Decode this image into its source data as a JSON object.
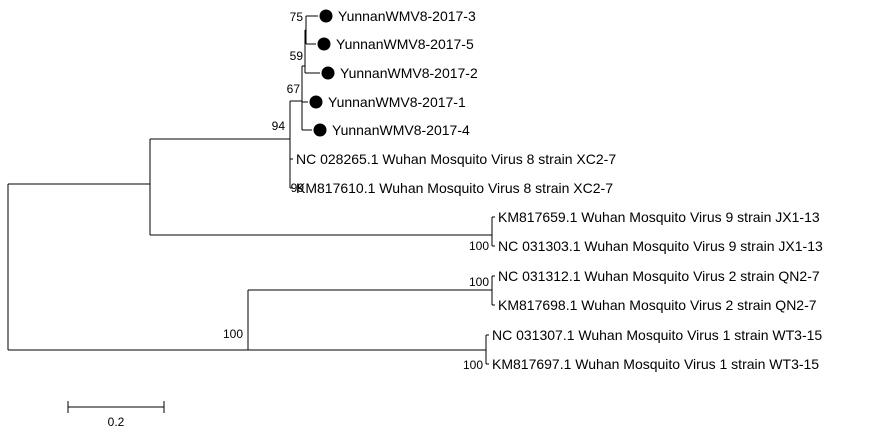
{
  "tree": {
    "marker_color": "#000000",
    "leaves": [
      {
        "id": "yn3",
        "label": "YunnanWMV8-2017-3",
        "marker": "filled-circle-icon"
      },
      {
        "id": "yn5",
        "label": "YunnanWMV8-2017-5",
        "marker": "filled-circle-icon"
      },
      {
        "id": "yn2",
        "label": "YunnanWMV8-2017-2",
        "marker": "filled-circle-icon"
      },
      {
        "id": "yn1",
        "label": "YunnanWMV8-2017-1",
        "marker": "filled-circle-icon"
      },
      {
        "id": "yn4",
        "label": "YunnanWMV8-2017-4",
        "marker": "filled-circle-icon"
      },
      {
        "id": "nc28",
        "label": "NC 028265.1 Wuhan Mosquito Virus 8 strain XC2-7"
      },
      {
        "id": "km10",
        "label": "KM817610.1 Wuhan Mosquito Virus 8 strain XC2-7"
      },
      {
        "id": "km59",
        "label": "KM817659.1 Wuhan Mosquito Virus 9 strain JX1-13"
      },
      {
        "id": "nc03",
        "label": "NC 031303.1 Wuhan Mosquito Virus 9 strain JX1-13"
      },
      {
        "id": "nc12",
        "label": "NC 031312.1 Wuhan Mosquito Virus 2 strain QN2-7"
      },
      {
        "id": "km98",
        "label": "KM817698.1 Wuhan Mosquito Virus 2 strain QN2-7"
      },
      {
        "id": "nc07",
        "label": "NC 031307.1 Wuhan Mosquito Virus 1 strain WT3-15"
      },
      {
        "id": "km97",
        "label": "KM817697.1 Wuhan Mosquito Virus 1 strain WT3-15"
      }
    ],
    "support_values": [
      {
        "id": "s75",
        "value": "75"
      },
      {
        "id": "s59",
        "value": "59"
      },
      {
        "id": "s67",
        "value": "67"
      },
      {
        "id": "s94",
        "value": "94"
      },
      {
        "id": "s99",
        "value": "99"
      },
      {
        "id": "s100a",
        "value": "100"
      },
      {
        "id": "s100b",
        "value": "100"
      },
      {
        "id": "s100c",
        "value": "100"
      },
      {
        "id": "s100d",
        "value": "100"
      }
    ],
    "scale_bar": {
      "label": "0.2"
    }
  }
}
